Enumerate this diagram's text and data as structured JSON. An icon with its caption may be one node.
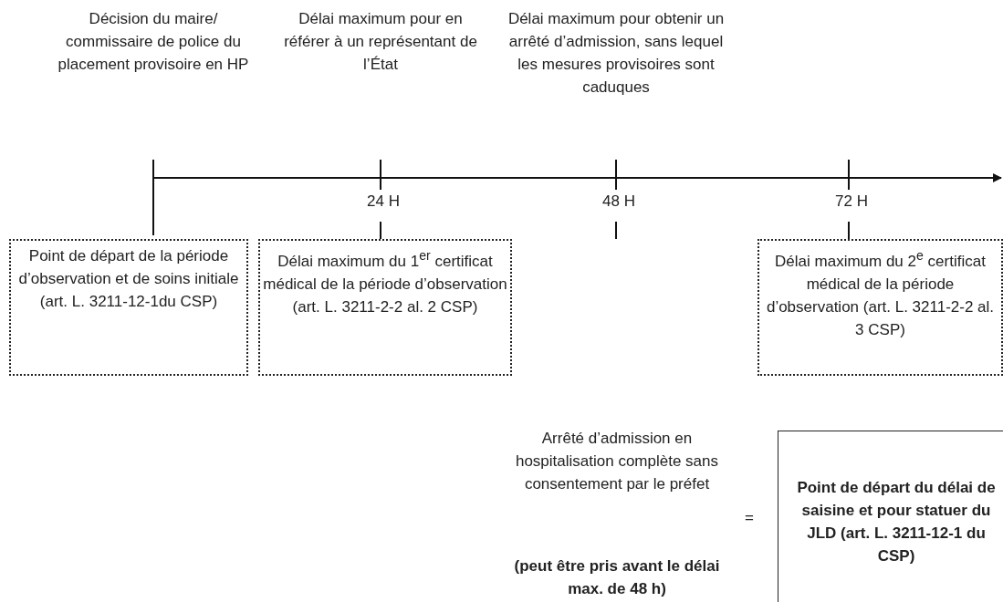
{
  "diagram": {
    "nodes": [
      {
        "text": [
          "Point de départ de la période d’observation et de soins initiale (art. L. 3211-12-1du CSP)"
        ]
      },
      {
        "text": [
          "Délai maximum du 1$^{er}$ certificat médical de la période d’observation (art. L. 3211-2-2 al. 2 CSP)"
        ]
      },
      {
        "text": [
          "Délai maximum du 2$^{e}$ certificat médical de la période d’observation (art. L. 3211-2-2 al. 3 CSP)"
        ]
      },
      {
        "text": [
          "Point de départ du délai de saisine et pour statuer du JLD (art. L. 3211-12-1 du CSP)"
        ]
      }
    ],
    "edges": [],
    "labels": [
      "Décision du maire/ commissaire de police du placement provisoire en HP",
      "Délai maximum pour en référer à un représentant de l’État",
      "Délai maximum pour obtenir un arrêté d’admission, sans lequel les mesures provisoires sont caduques",
      "24 H",
      "48 H",
      "72 H",
      "Arrêté d’admission en hospitalisation complète sans consentement par le préfet",
      "(peut être pris avant le délai max. de 48 h)",
      "="
    ]
  }
}
